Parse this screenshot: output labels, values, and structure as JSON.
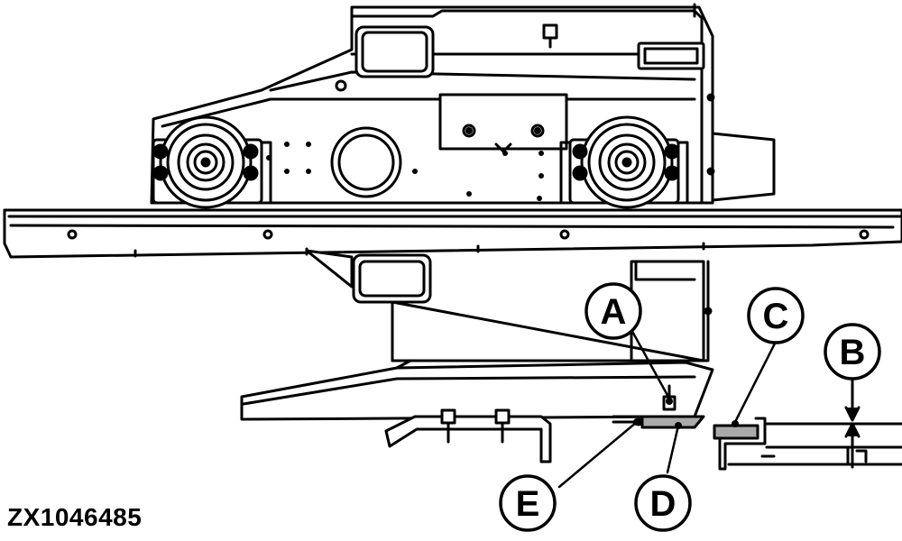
{
  "figure_id": "ZX1046485",
  "callouts": {
    "a": "A",
    "b": "B",
    "c": "C",
    "d": "D",
    "e": "E"
  }
}
